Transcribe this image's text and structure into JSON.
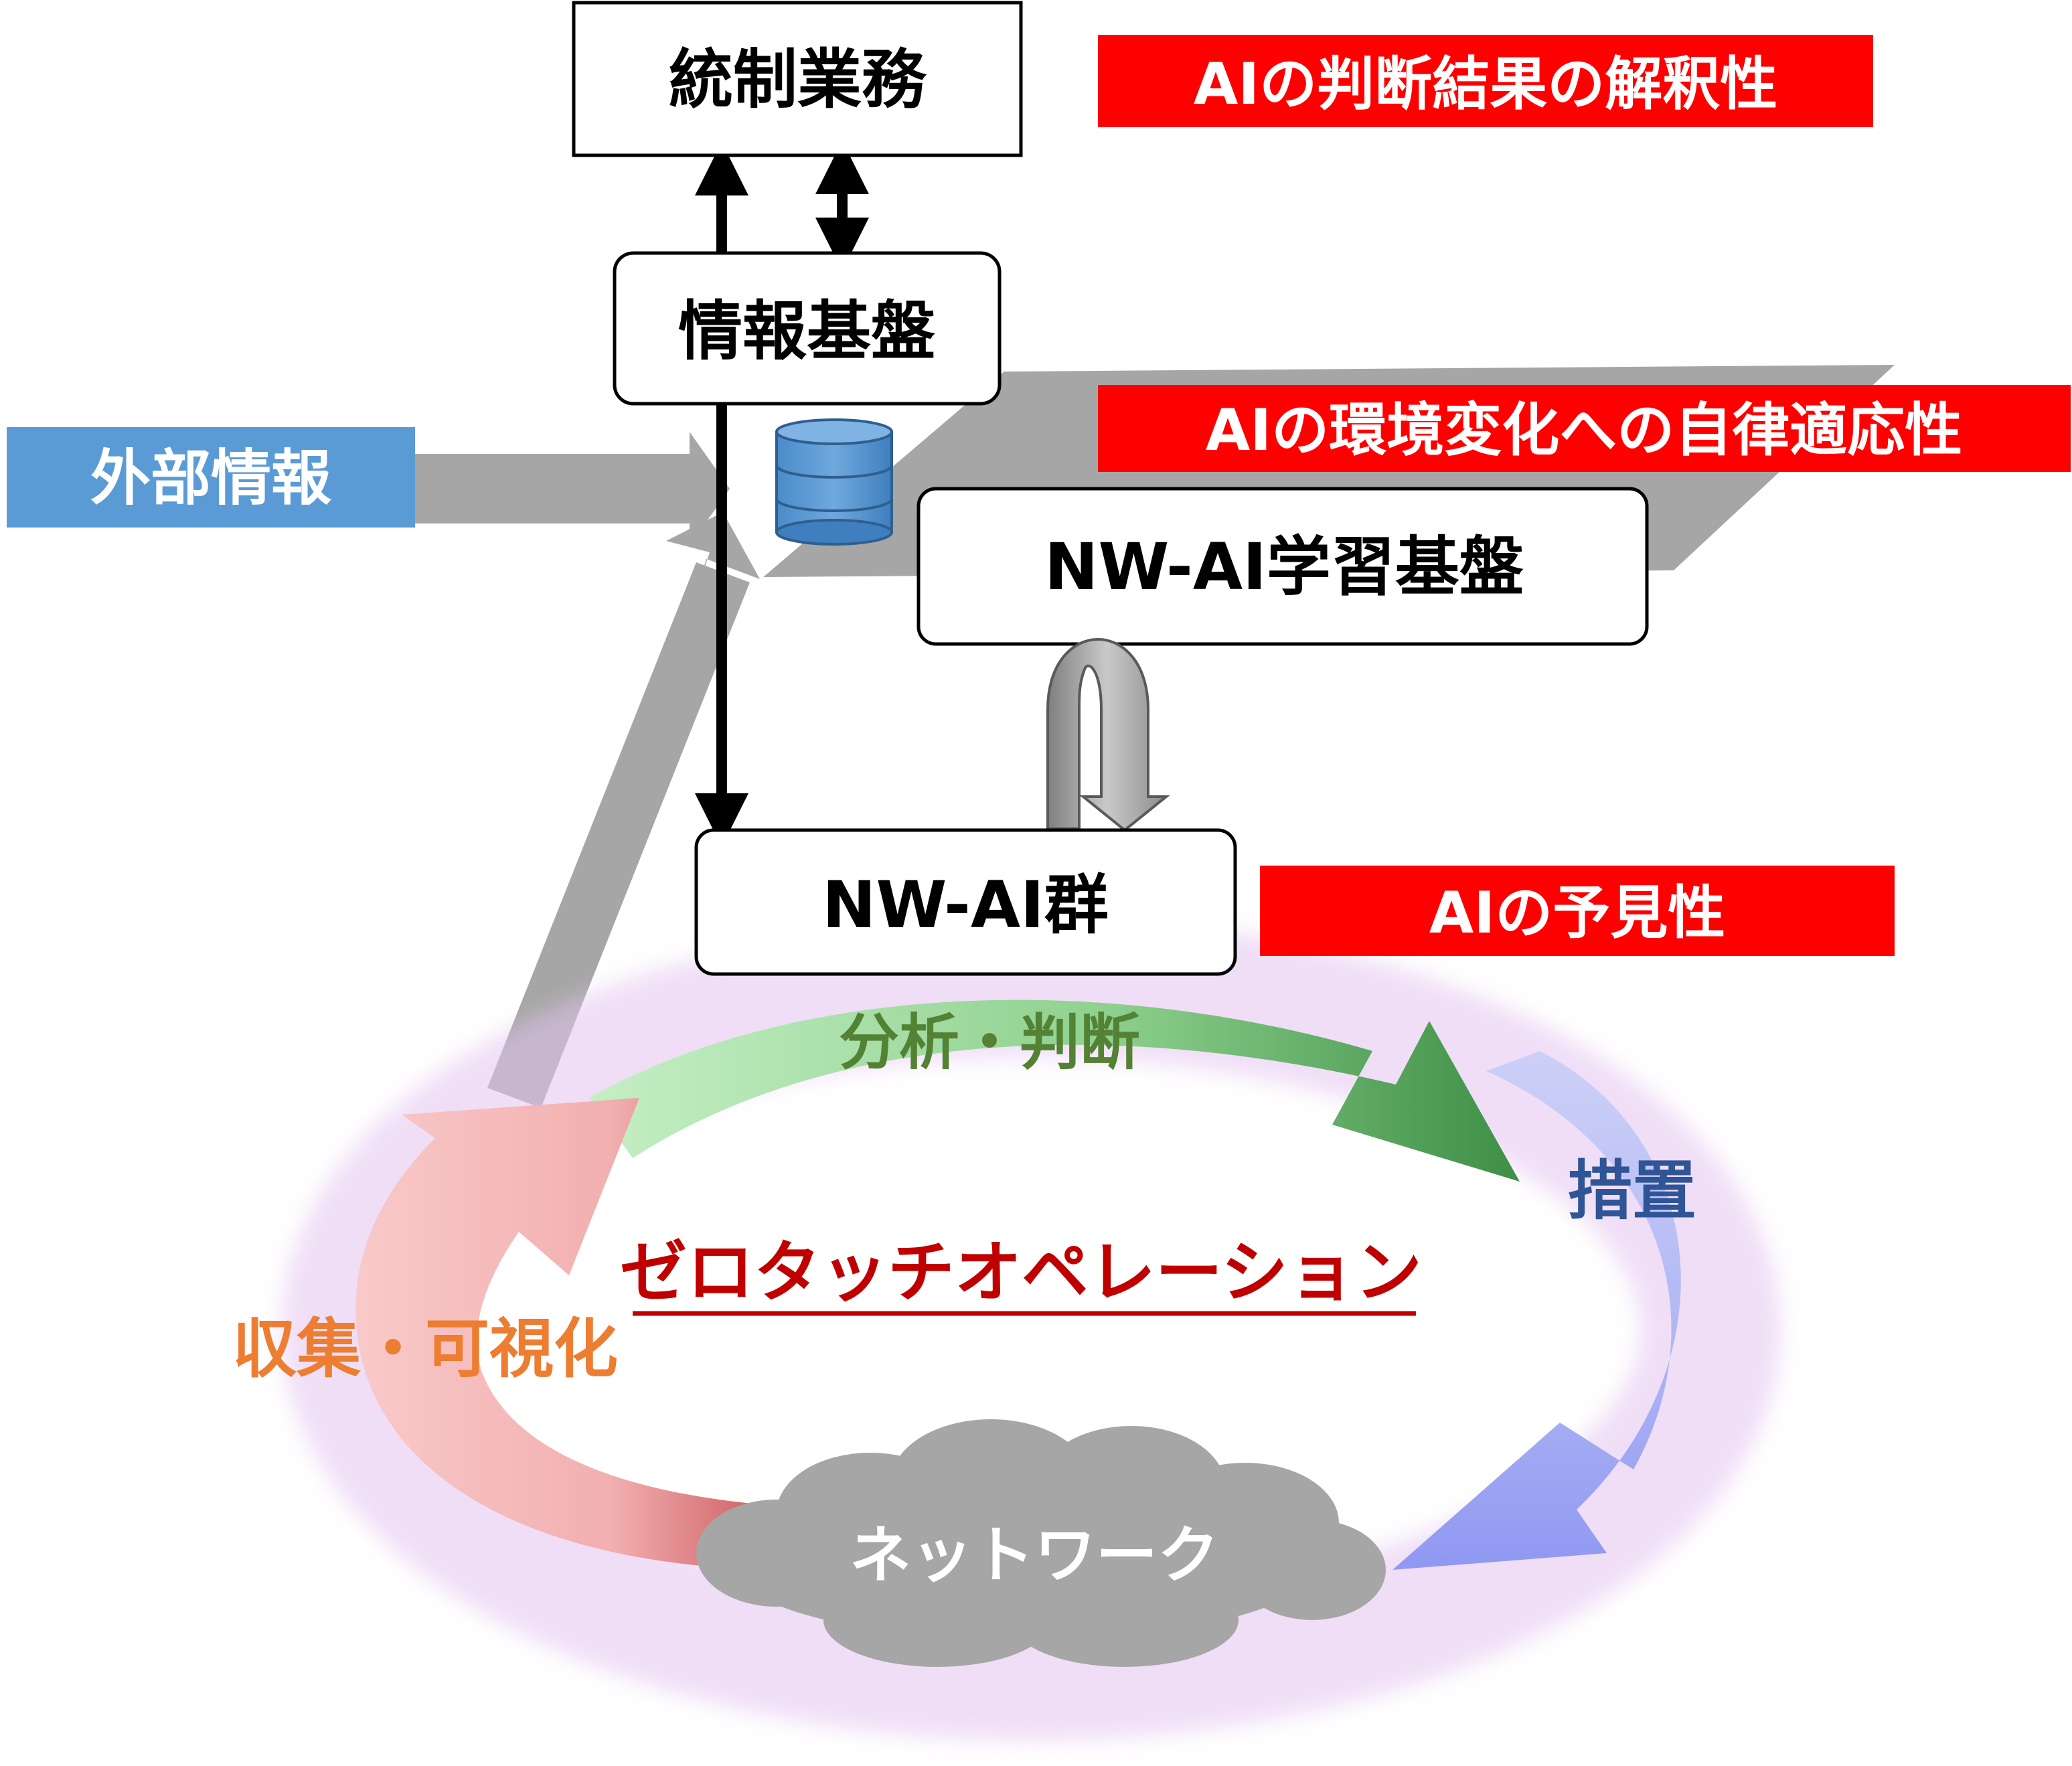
{
  "boxes": {
    "control_ops": "統制業務",
    "info_base": "情報基盤",
    "learning_base": "NW-AI学習基盤",
    "ai_group": "NW-AI群"
  },
  "external_info": {
    "label": "外部情報",
    "color": "#5B9BD5"
  },
  "callouts": {
    "interpretability": "AIの判断結果の解釈性",
    "adaptivity": "AIの環境変化への自律適応性",
    "predictability": "AIの予見性",
    "color": "#FF0000"
  },
  "cycle": {
    "collect": "収集・可視化",
    "analyze": "分析・判断",
    "act": "措置",
    "title": "ゼロタッチオペレーション",
    "network": "ネットワーク"
  },
  "colors": {
    "collect": "#ED7D31",
    "analyze": "#548235",
    "act": "#2F5597",
    "title": "#C00000",
    "network": "#A6A6A6",
    "db": "#5B9BD5",
    "flow_arrow": "#A6A6A6"
  }
}
